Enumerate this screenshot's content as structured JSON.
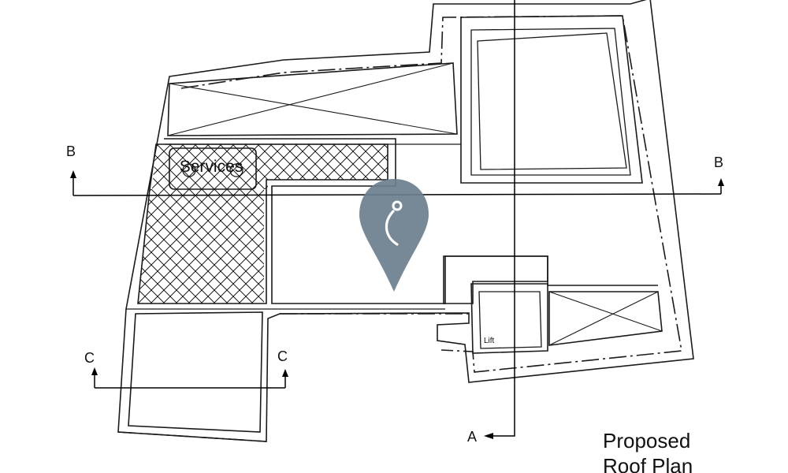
{
  "labels": {
    "services": "Services",
    "lift": "Lift",
    "section_b_left": "B",
    "section_b_right": "B",
    "section_c_left": "C",
    "section_c_right": "C",
    "section_a": "A",
    "title_line1": "Proposed",
    "title_line2": "Roof Plan"
  },
  "colors": {
    "line": "#1a1a1a",
    "marker": "#6b7f8e",
    "background": "#ffffff"
  },
  "icons": {
    "location_marker": "map-pin-icon"
  }
}
